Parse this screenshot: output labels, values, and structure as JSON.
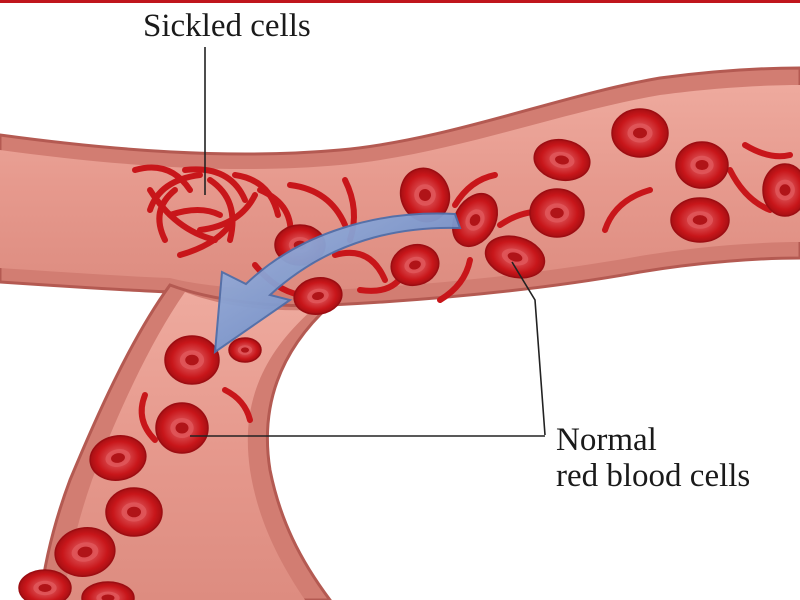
{
  "labels": {
    "sickled": "Sickled cells",
    "normal_line1": "Normal",
    "normal_line2": "red blood cells"
  },
  "colors": {
    "background": "#ffffff",
    "top_bar": "#c0161c",
    "vessel_wall": "#d8857b",
    "vessel_wall_edge": "#b45a52",
    "vessel_lumen": "#e49a8f",
    "vessel_lumen_light": "#f0b4a8",
    "cell_outer": "#c8161a",
    "cell_inner": "#d8464a",
    "cell_center": "#a90f14",
    "arrow_fill": "#6f8fc9",
    "arrow_edge": "#4f6faa",
    "leader_line": "#222222"
  }
}
